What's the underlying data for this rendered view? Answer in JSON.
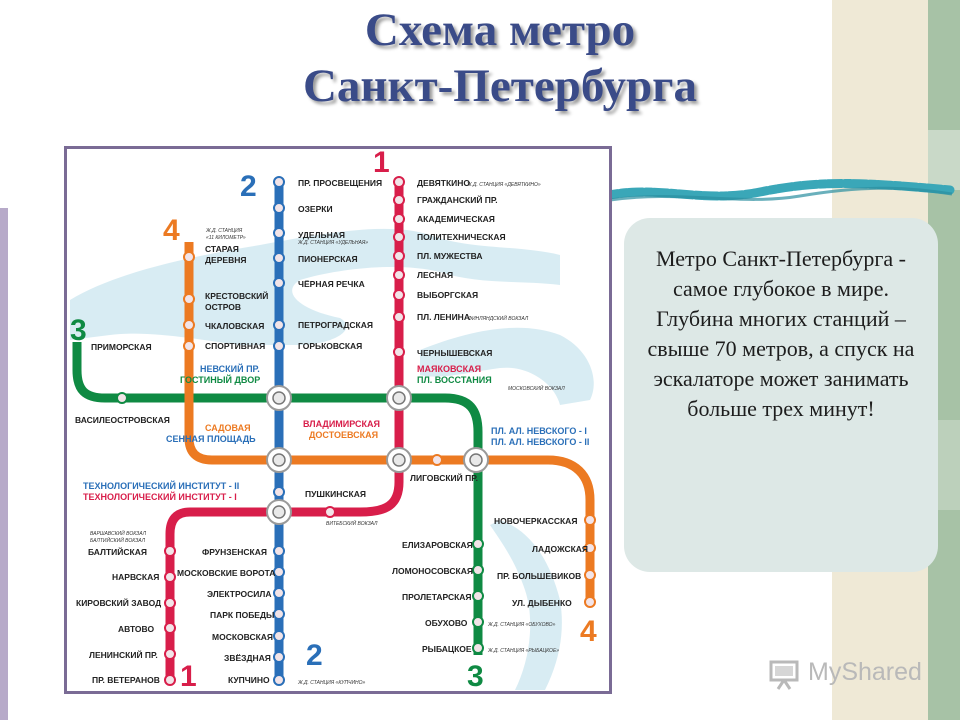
{
  "slide": {
    "title_line1": "Схема метро",
    "title_line2": "Санкт-Петербурга",
    "description": "Метро Санкт-Петербурга - самое глубокое в мире. Глубина многих станций – свыше 70 метров, а спуск на эскалаторе может занимать больше трех минут!"
  },
  "logo": {
    "text": "MyShared",
    "icon": "projector-screen-icon"
  },
  "colors": {
    "line1": "#d81e4a",
    "line2": "#2a6fb8",
    "line3": "#0f8a43",
    "line4": "#ec7a22",
    "title": "#3a4b88",
    "river": "#cfe6ef"
  },
  "map": {
    "line_numbers": [
      {
        "text": "1",
        "line": "1"
      },
      {
        "text": "2",
        "line": "2"
      },
      {
        "text": "3",
        "line": "3"
      },
      {
        "text": "4",
        "line": "4"
      },
      {
        "text": "2",
        "line": "2"
      },
      {
        "text": "1",
        "line": "1"
      },
      {
        "text": "3",
        "line": "3"
      },
      {
        "text": "4",
        "line": "4"
      }
    ],
    "stations": [
      "ПР. ПРОСВЕЩЕНИЯ",
      "ОЗЕРКИ",
      "УДЕЛЬНАЯ",
      "ПИОНЕРСКАЯ",
      "ЧЁРНАЯ РЕЧКА",
      "ПЕТРОГРАДСКАЯ",
      "ГОРЬКОВСКАЯ",
      "ДЕВЯТКИНО",
      "ГРАЖДАНСКИЙ ПР.",
      "АКАДЕМИЧЕСКАЯ",
      "ПОЛИТЕХНИЧЕСКАЯ",
      "ПЛ. МУЖЕСТВА",
      "ЛЕСНАЯ",
      "ВЫБОРГСКАЯ",
      "ПЛ. ЛЕНИНА",
      "ЧЕРНЫШЕВСКАЯ",
      "СТАРАЯ",
      "ДЕРЕВНЯ",
      "КРЕСТОВСКИЙ",
      "ОСТРОВ",
      "ЧКАЛОВСКАЯ",
      "СПОРТИВНАЯ",
      "ПРИМОРСКАЯ",
      "ВАСИЛЕОСТРОВСКАЯ",
      "ПУШКИНСКАЯ",
      "БАЛТИЙСКАЯ",
      "НАРВСКАЯ",
      "КИРОВСКИЙ ЗАВОД",
      "АВТОВО",
      "ЛЕНИНСКИЙ ПР.",
      "ПР. ВЕТЕРАНОВ",
      "ФРУНЗЕНСКАЯ",
      "МОСКОВСКИЕ ВОРОТА",
      "ЭЛЕКТРОСИЛА",
      "ПАРК ПОБЕДЫ",
      "МОСКОВСКАЯ",
      "ЗВЁЗДНАЯ",
      "КУПЧИНО",
      "ЛИГОВСКИЙ ПР.",
      "ЕЛИЗАРОВСКАЯ",
      "ЛОМОНОСОВСКАЯ",
      "ПРОЛЕТАРСКАЯ",
      "ОБУХОВО",
      "РЫБАЦКОЕ",
      "НОВОЧЕРКАССКАЯ",
      "ЛАДОЖСКАЯ",
      "ПР. БОЛЬШЕВИКОВ",
      "УЛ. ДЫБЕНКО"
    ],
    "interchanges": {
      "nevsky_1": "НЕВСКИЙ ПР.",
      "nevsky_2": "ГОСТИНЫЙ ДВОР",
      "mayak_1": "МАЯКОВСКАЯ",
      "mayak_2": "ПЛ. ВОССТАНИЯ",
      "sadovaya_1": "САДОВАЯ",
      "sadovaya_2": "СЕННАЯ ПЛОЩАДЬ",
      "vlad_1": "ВЛАДИМИРСКАЯ",
      "vlad_2": "ДОСТОЕВСКАЯ",
      "alnev_1": "ПЛ. АЛ. НЕВСКОГО - I",
      "alnev_2": "ПЛ. АЛ. НЕВСКОГО - II",
      "tech_1": "ТЕХНОЛОГИЧЕСКИЙ ИНСТИТУТ - II",
      "tech_2": "ТЕХНОЛОГИЧЕСКИЙ ИНСТИТУТ - I"
    },
    "notes": {
      "udelnaya": "Ж.Д. СТАНЦИЯ «УДЕЛЬНАЯ»",
      "devyatkino": "Ж.Д. СТАНЦИЯ «ДЕВЯТКИНО»",
      "km11_1": "Ж.Д. СТАНЦИЯ",
      "km11_2": "«11 КИЛОМЕТР»",
      "finland": "ФИНЛЯНДСКИЙ ВОКЗАЛ",
      "moscow": "МОСКОВСКИЙ ВОКЗАЛ",
      "vitebsk": "ВИТЕБСКИЙ ВОКЗАЛ",
      "warsaw": "ВАРШАВСКИЙ ВОКЗАЛ",
      "baltic": "БАЛТИЙСКИЙ ВОКЗАЛ",
      "kupchino": "Ж.Д. СТАНЦИЯ «КУПЧИНО»",
      "obukhovo": "Ж.Д. СТАНЦИЯ «ОБУХОВО»",
      "rybatskoe": "Ж.Д. СТАНЦИЯ «РЫБАЦКОЕ»"
    }
  }
}
